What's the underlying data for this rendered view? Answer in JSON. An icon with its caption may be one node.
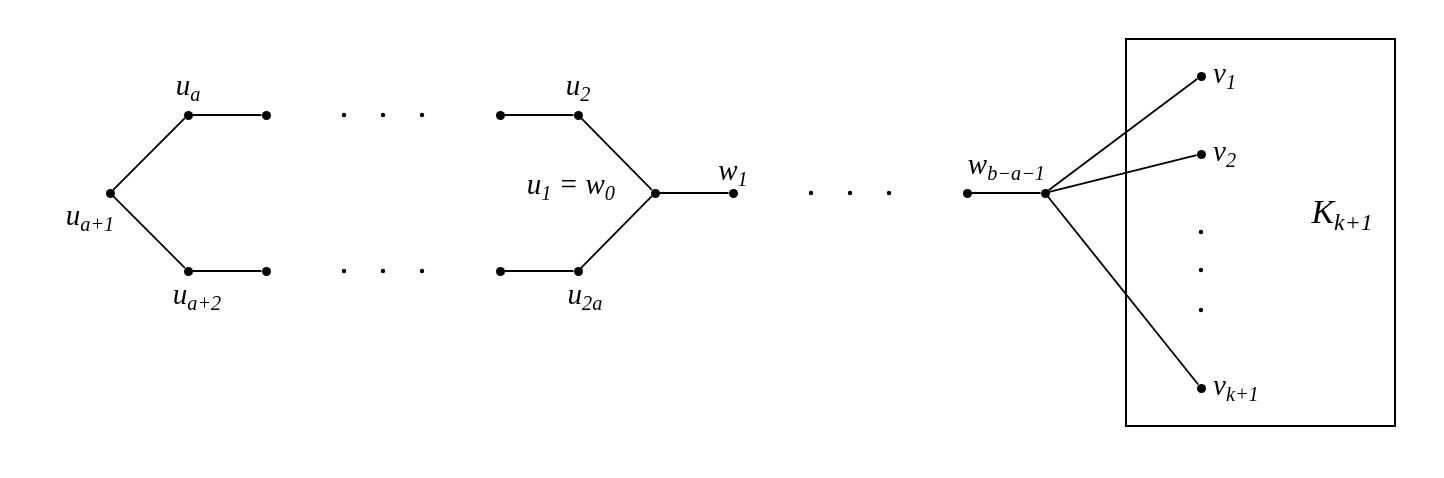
{
  "diagram": {
    "nodes": [
      {
        "text": [
          "u$_{a+1}$"
        ]
      },
      {
        "text": [
          "u$_{a}$"
        ]
      },
      {
        "text": [],
        "shape": "circle"
      },
      {
        "text": [],
        "shape": "circle"
      },
      {
        "text": [
          "u$_{2}$"
        ]
      },
      {
        "text": [
          "u$_{a+2}$"
        ]
      },
      {
        "text": [],
        "shape": "circle"
      },
      {
        "text": [],
        "shape": "circle"
      },
      {
        "text": [
          "u$_{2a}$"
        ]
      },
      {
        "text": [
          "u$_{1}$ = w$_{0}$"
        ]
      },
      {
        "text": [
          "w$_{1}$"
        ]
      },
      {
        "text": [],
        "shape": "circle"
      },
      {
        "text": [
          "w$_{b−a−1}$"
        ]
      },
      {
        "text": [
          "K$_{k+1}$"
        ]
      },
      {
        "text": [
          "v$_{1}$"
        ],
        "in": 13
      },
      {
        "text": [
          "v$_{2}$"
        ],
        "in": 13
      },
      {
        "text": [
          "v$_{k+1}$"
        ],
        "in": 13
      }
    ],
    "edges": [
      {
        "from": 0,
        "to": 1,
        "arrow": "none"
      },
      {
        "from": 1,
        "to": 2,
        "arrow": "none"
      },
      {
        "from": 3,
        "to": 4,
        "arrow": "none"
      },
      {
        "from": 4,
        "to": 9,
        "arrow": "none"
      },
      {
        "from": 0,
        "to": 5,
        "arrow": "none"
      },
      {
        "from": 5,
        "to": 6,
        "arrow": "none"
      },
      {
        "from": 7,
        "to": 8,
        "arrow": "none"
      },
      {
        "from": 8,
        "to": 9,
        "arrow": "none"
      },
      {
        "from": 9,
        "to": 10,
        "arrow": "none"
      },
      {
        "from": 11,
        "to": 12,
        "arrow": "none"
      },
      {
        "from": 12,
        "to": 14,
        "arrow": "none"
      },
      {
        "from": 12,
        "to": 15,
        "arrow": "none"
      },
      {
        "from": 12,
        "to": 16,
        "arrow": "none"
      }
    ]
  }
}
